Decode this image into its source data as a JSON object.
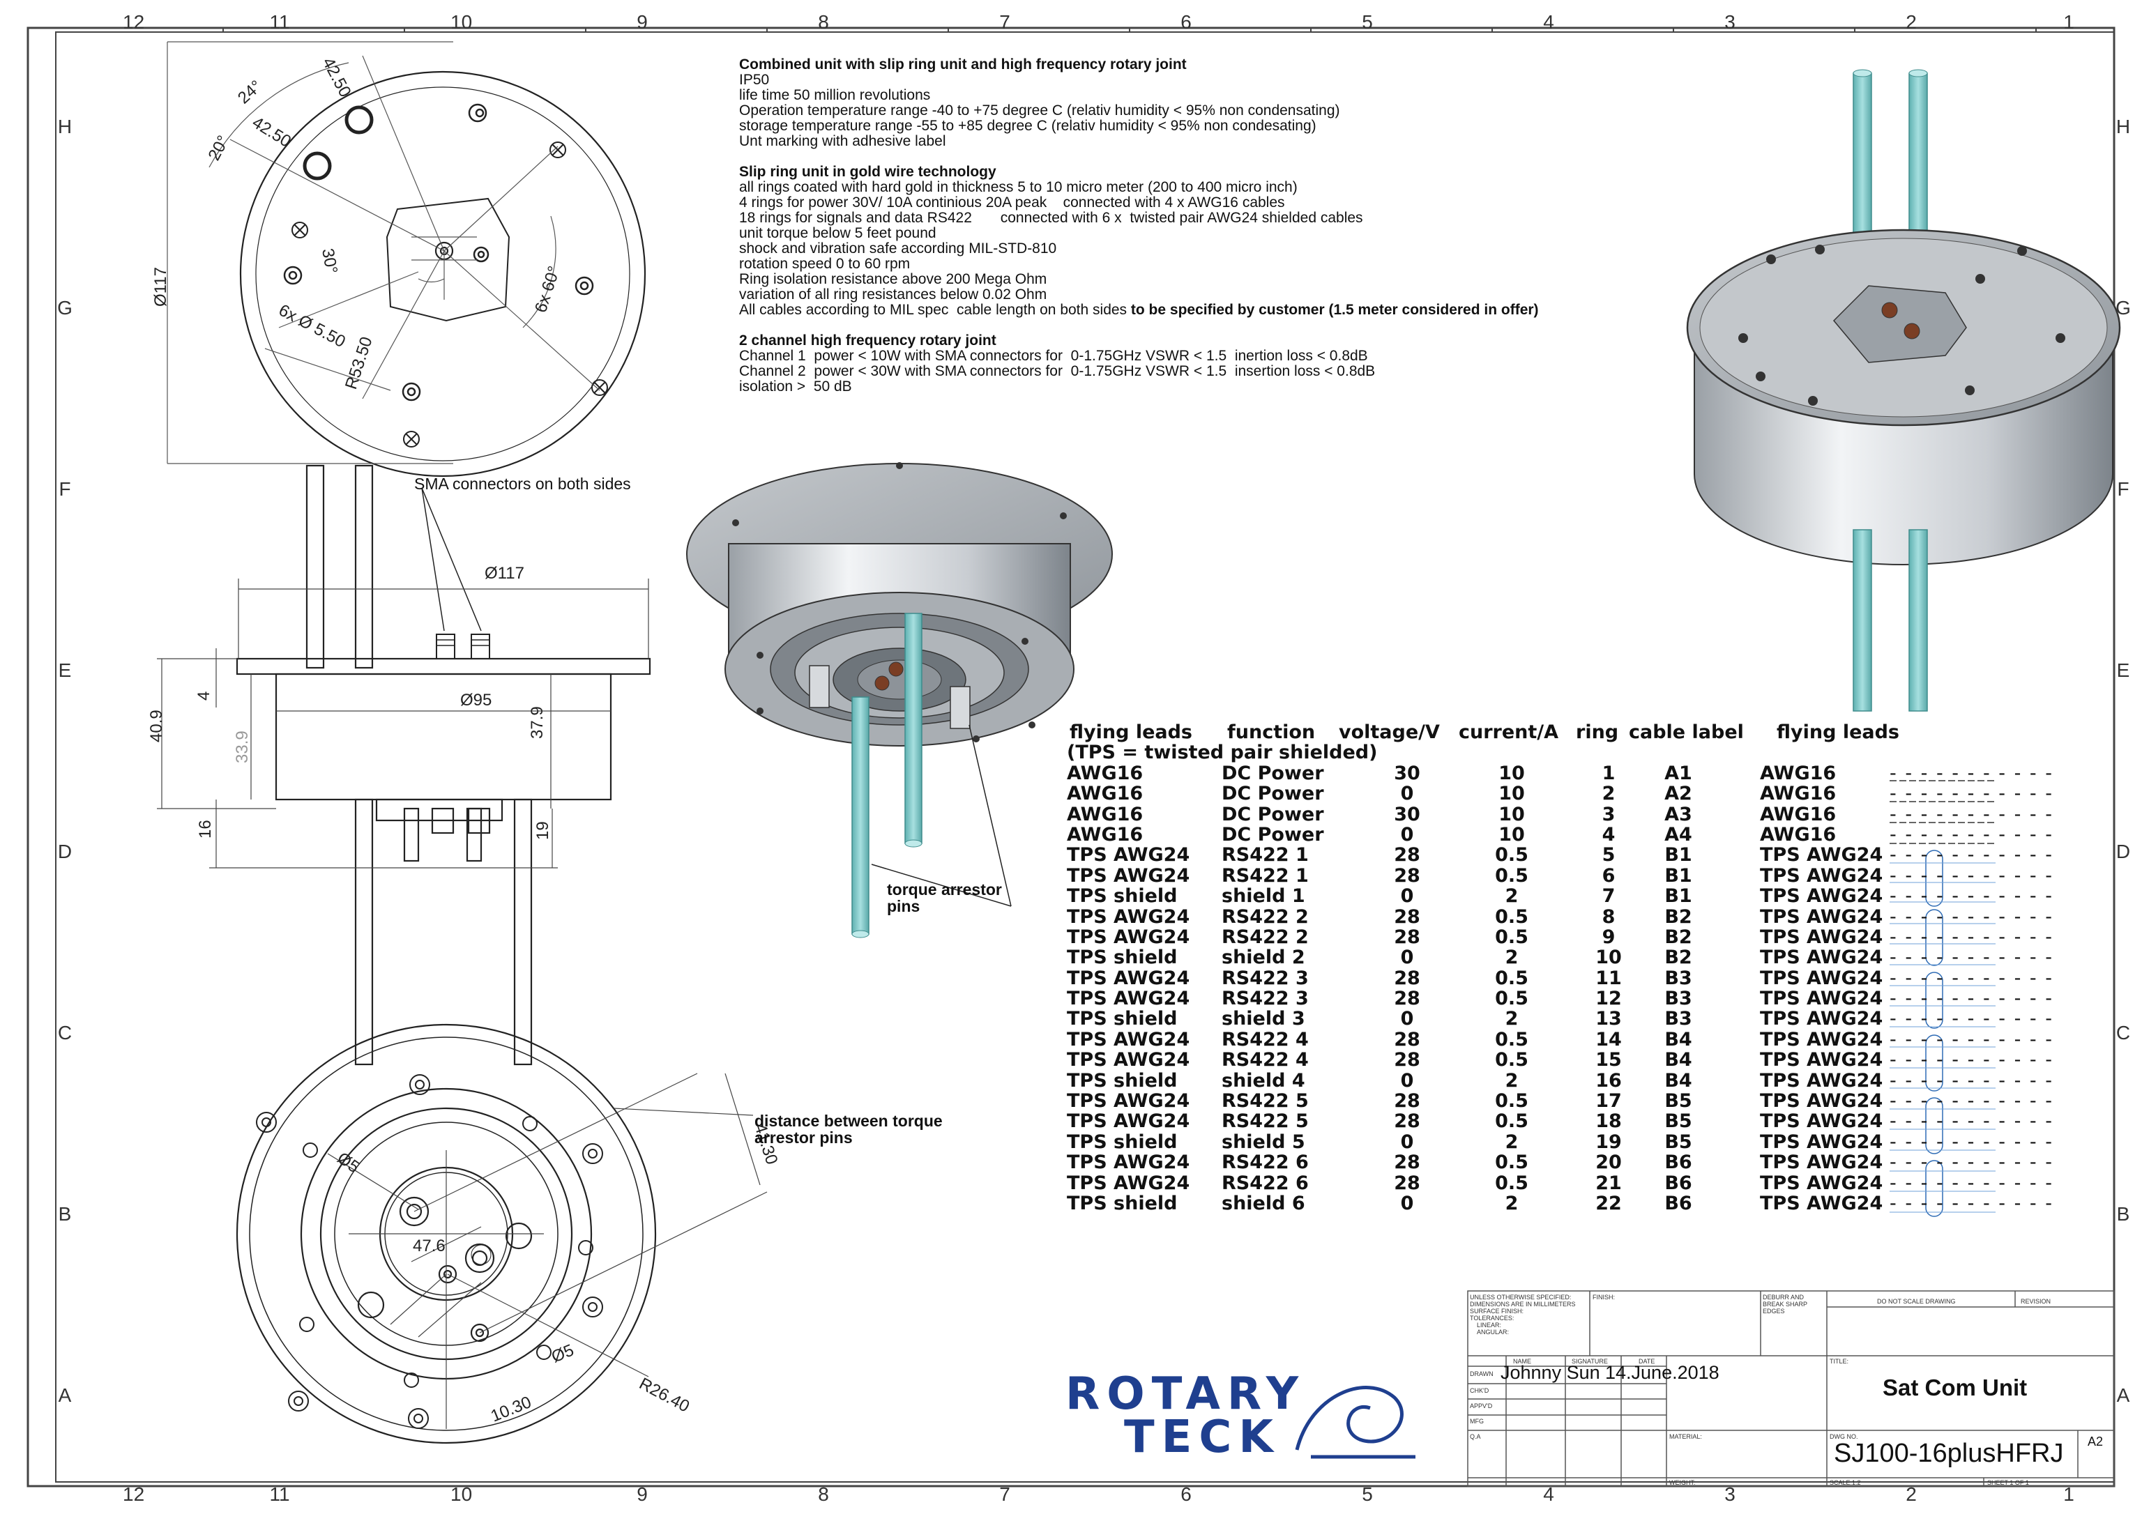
{
  "border": {
    "columns": [
      "12",
      "11",
      "10",
      "9",
      "8",
      "7",
      "6",
      "5",
      "4",
      "3",
      "2",
      "1"
    ],
    "rows": [
      "H",
      "G",
      "F",
      "E",
      "D",
      "C",
      "B",
      "A"
    ]
  },
  "notes": {
    "sections": [
      {
        "heading": "Combined unit with slip ring unit and high frequency rotary joint",
        "lines": [
          "IP50",
          "life time 50 million revolutions",
          "Operation temperature range -40 to +75 degree C (relativ humidity < 95% non condensating)",
          "storage temperature range -55 to +85 degree C (relativ humidity < 95% non condesating)",
          "Unt marking with adhesive label"
        ]
      },
      {
        "heading": "Slip ring unit in gold wire technology",
        "lines": [
          "all rings coated with hard gold in thickness 5 to 10 micro meter (200 to 400 micro inch)",
          "4 rings for power 30V/ 10A continious 20A peak    connected with 4 x AWG16 cables",
          "18 rings for signals and data RS422       connected with 6 x  twisted pair AWG24 shielded cables",
          "unit torque below 5 feet pound",
          "shock and vibration safe according MIL-STD-810",
          "rotation speed 0 to 60 rpm",
          "Ring isolation resistance above 200 Mega Ohm",
          "variation of all ring resistances below 0.02 Ohm"
        ],
        "last_line_plain": "All cables according to MIL spec  cable length on both sides ",
        "last_line_bold": "to be specified by customer (1.5 meter considered in offer)"
      },
      {
        "heading": "2 channel high frequency rotary joint",
        "lines": [
          "Channel 1  power < 10W with SMA connectors for  0-1.75GHz VSWR < 1.5  inertion loss < 0.8dB",
          "Channel 2  power < 30W with SMA connectors for  0-1.75GHz VSWR < 1.5  insertion loss < 0.8dB",
          "isolation >  50 dB"
        ]
      }
    ]
  },
  "wiring": {
    "headers": [
      "flying leads",
      "function",
      "voltage/V",
      "current/A",
      "ring",
      "cable label",
      "flying leads"
    ],
    "subheader": "(TPS = twisted pair shielded)",
    "rows": [
      [
        "AWG16",
        "DC Power",
        "30",
        "10",
        "1",
        "A1",
        "AWG16"
      ],
      [
        "AWG16",
        "DC Power",
        "0",
        "10",
        "2",
        "A2",
        "AWG16"
      ],
      [
        "AWG16",
        "DC Power",
        "30",
        "10",
        "3",
        "A3",
        "AWG16"
      ],
      [
        "AWG16",
        "DC Power",
        "0",
        "10",
        "4",
        "A4",
        "AWG16"
      ],
      [
        "TPS AWG24",
        "RS422 1",
        "28",
        "0.5",
        "5",
        "B1",
        "TPS AWG24"
      ],
      [
        "TPS AWG24",
        "RS422 1",
        "28",
        "0.5",
        "6",
        "B1",
        "TPS AWG24"
      ],
      [
        "TPS shield",
        "shield 1",
        "0",
        "2",
        "7",
        "B1",
        "TPS AWG24"
      ],
      [
        "TPS AWG24",
        "RS422 2",
        "28",
        "0.5",
        "8",
        "B2",
        "TPS AWG24"
      ],
      [
        "TPS AWG24",
        "RS422 2",
        "28",
        "0.5",
        "9",
        "B2",
        "TPS AWG24"
      ],
      [
        "TPS shield",
        "shield 2",
        "0",
        "2",
        "10",
        "B2",
        "TPS AWG24"
      ],
      [
        "TPS AWG24",
        "RS422 3",
        "28",
        "0.5",
        "11",
        "B3",
        "TPS AWG24"
      ],
      [
        "TPS AWG24",
        "RS422 3",
        "28",
        "0.5",
        "12",
        "B3",
        "TPS AWG24"
      ],
      [
        "TPS shield",
        "shield 3",
        "0",
        "2",
        "13",
        "B3",
        "TPS AWG24"
      ],
      [
        "TPS AWG24",
        "RS422 4",
        "28",
        "0.5",
        "14",
        "B4",
        "TPS AWG24"
      ],
      [
        "TPS AWG24",
        "RS422 4",
        "28",
        "0.5",
        "15",
        "B4",
        "TPS AWG24"
      ],
      [
        "TPS shield",
        "shield 4",
        "0",
        "2",
        "16",
        "B4",
        "TPS AWG24"
      ],
      [
        "TPS AWG24",
        "RS422 5",
        "28",
        "0.5",
        "17",
        "B5",
        "TPS AWG24"
      ],
      [
        "TPS AWG24",
        "RS422 5",
        "28",
        "0.5",
        "18",
        "B5",
        "TPS AWG24"
      ],
      [
        "TPS shield",
        "shield 5",
        "0",
        "2",
        "19",
        "B5",
        "TPS AWG24"
      ],
      [
        "TPS AWG24",
        "RS422 6",
        "28",
        "0.5",
        "20",
        "B6",
        "TPS AWG24"
      ],
      [
        "TPS AWG24",
        "RS422 6",
        "28",
        "0.5",
        "21",
        "B6",
        "TPS AWG24"
      ],
      [
        "TPS shield",
        "shield 6",
        "0",
        "2",
        "22",
        "B6",
        "TPS AWG24"
      ]
    ]
  },
  "callouts": {
    "sma": "SMA connectors on both sides",
    "torque_pins": [
      "torque arrestor",
      "pins"
    ],
    "pin_distance": [
      "distance between torque",
      "arrestor pins"
    ]
  },
  "dimensions": {
    "top_view": [
      "42.50",
      "42.50",
      "24°",
      "20°",
      "30°",
      "Ø117",
      "6x Ø 5.50",
      "R53.50",
      "6x 60°"
    ],
    "side_view": [
      "Ø117",
      "Ø95",
      "40.9",
      "33.9",
      "37.9",
      "4",
      "16",
      "19"
    ],
    "bottom_view": [
      "41.30",
      "Ø5",
      "47.6",
      "Ø5",
      "10.30",
      "R26.40"
    ]
  },
  "logo": {
    "line1": "ROTARY",
    "line2": "TECK"
  },
  "title_block": {
    "tolerance_notes": [
      "UNLESS OTHERWISE SPECIFIED:",
      "DIMENSIONS ARE IN MILLIMETERS",
      "SURFACE FINISH:",
      "TOLERANCES:",
      "LINEAR:",
      "ANGULAR:"
    ],
    "finish": "FINISH:",
    "deburr": [
      "DEBURR AND",
      "BREAK SHARP",
      "EDGES"
    ],
    "do_not_scale": "DO NOT SCALE DRAWING",
    "revision": "REVISION",
    "col_name": "NAME",
    "col_signature": "SIGNATURE",
    "col_date": "DATE",
    "row_labels": [
      "DRAWN",
      "CHK'D",
      "APPV'D",
      "MFG",
      "Q.A"
    ],
    "drawn_name": "Johnny Sun",
    "drawn_date": "14.June.2018",
    "title_label": "TITLE:",
    "title": "Sat Com Unit",
    "material": "MATERIAL:",
    "dwg_label": "DWG NO.",
    "dwg_no": "SJ100-16plusHFRJ",
    "size": "A2",
    "weight": "WEIGHT:",
    "scale": "SCALE:1:2",
    "sheet": "SHEET 1 OF 1"
  },
  "colors": {
    "line": "#222222",
    "tube": "#7cc6c6",
    "logo_blue": "#1f3f8f"
  }
}
